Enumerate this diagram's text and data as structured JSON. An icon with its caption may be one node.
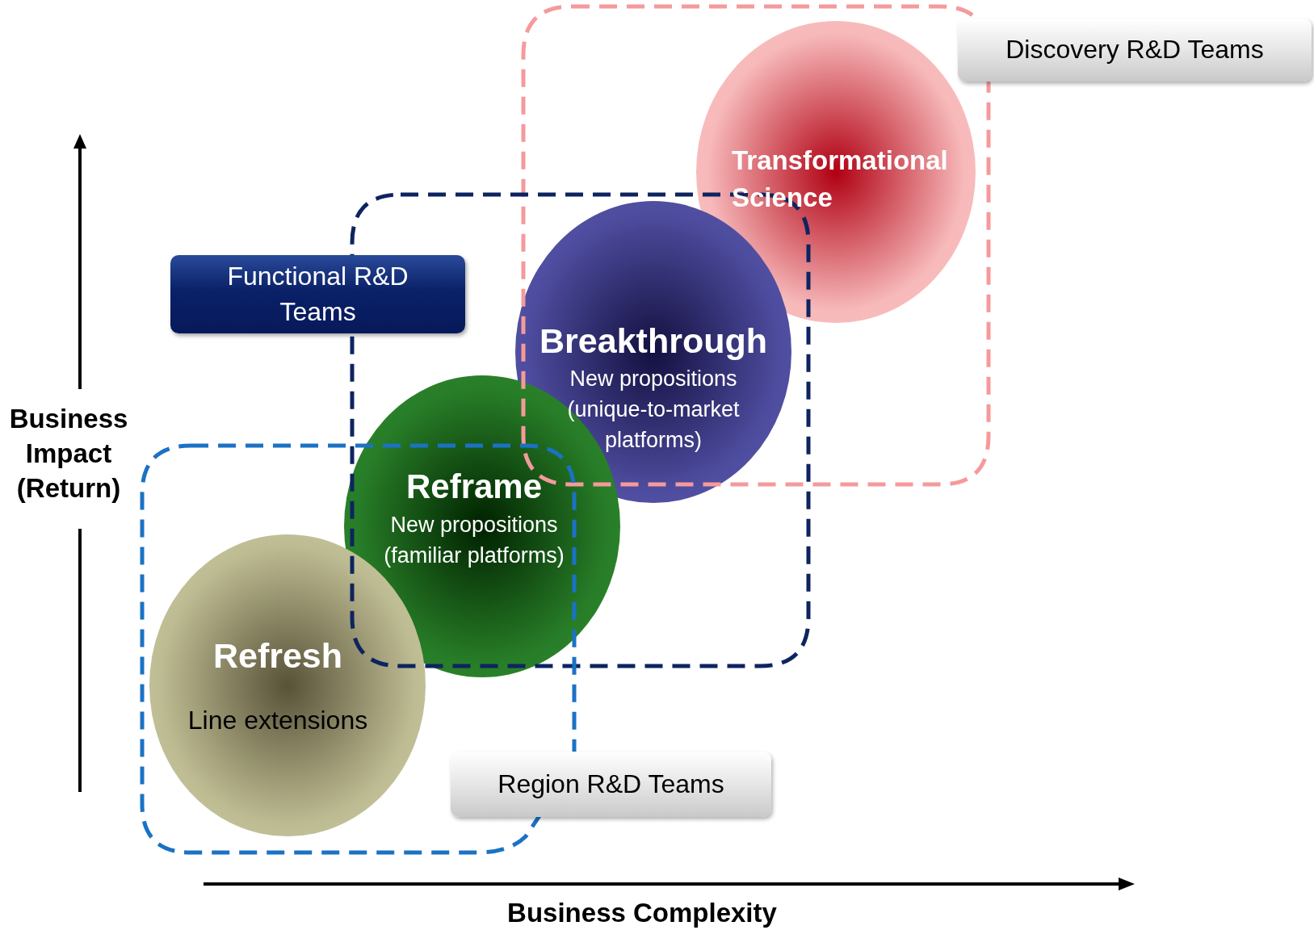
{
  "diagram": {
    "nodes": [
      {
        "text": [
          "Discovery R&D Teams"
        ]
      },
      {
        "text": [
          "Transformational Science"
        ],
        "in": 0
      },
      {
        "text": [
          "Functional R&D Teams"
        ]
      },
      {
        "text": [
          "Breakthrough",
          "New propositions (unique-to-market platforms)"
        ],
        "in": 2
      },
      {
        "text": [
          "Reframe",
          "New propositions (familiar platforms)"
        ]
      },
      {
        "text": [
          "Region R&D Teams"
        ]
      },
      {
        "text": [
          "Refresh",
          "Line extensions"
        ],
        "in": 5
      }
    ],
    "labels": [
      "Business Impact (Return)",
      "Business Complexity"
    ]
  }
}
